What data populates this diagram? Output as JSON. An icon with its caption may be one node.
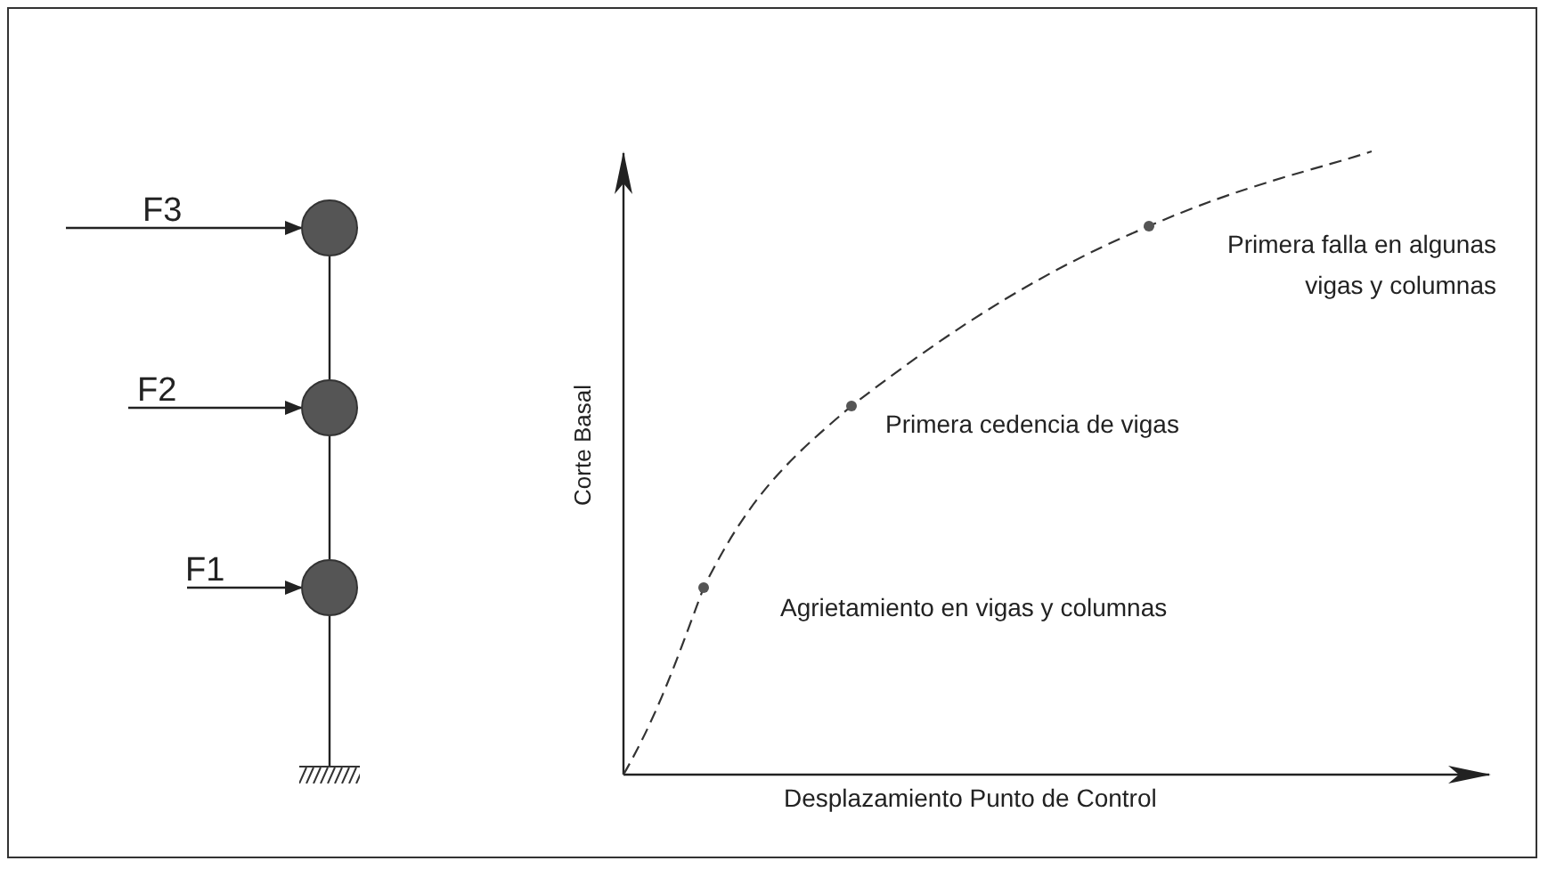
{
  "diagram": {
    "nodes": [
      {
        "text": [],
        "shape": "circle"
      },
      {
        "text": [],
        "shape": "circle"
      },
      {
        "text": [],
        "shape": "circle"
      },
      {
        "text": [],
        "shape": "support"
      }
    ],
    "edges": [
      {
        "from": null,
        "to": 0,
        "arrow": "to",
        "label": "F3"
      },
      {
        "from": null,
        "to": 1,
        "arrow": "to",
        "label": "F2"
      },
      {
        "from": null,
        "to": 2,
        "arrow": "to",
        "label": "F1"
      },
      {
        "from": 0,
        "to": 1,
        "arrow": "none"
      },
      {
        "from": 1,
        "to": 2,
        "arrow": "none"
      },
      {
        "from": 2,
        "to": 3,
        "arrow": "none"
      }
    ],
    "labels": [
      "Primera falla en algunas vigas y columnas",
      "Primera cedencia de vigas",
      "Corte Basal",
      "Agrietamiento en vigas y columnas",
      "Desplazamiento Punto de Control"
    ]
  }
}
